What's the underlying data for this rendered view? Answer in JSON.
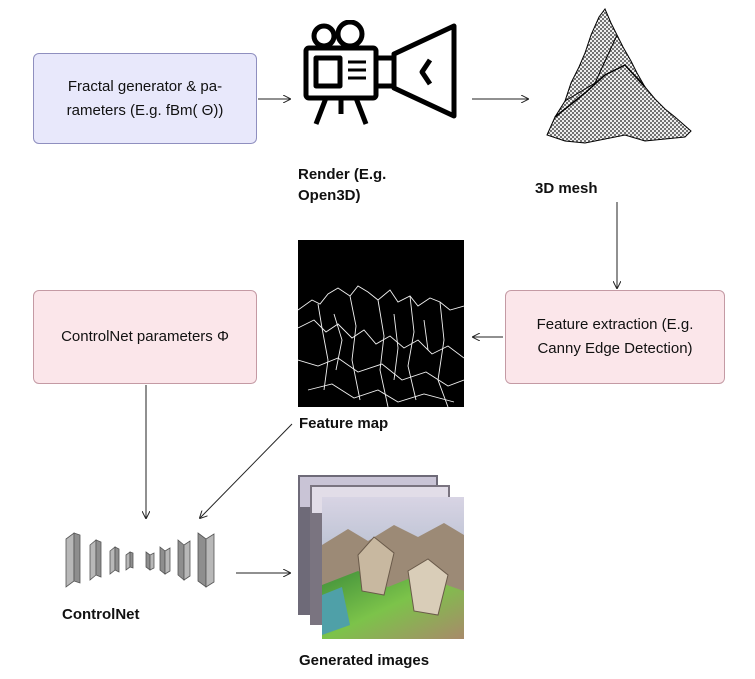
{
  "nodes": {
    "fractal_generator": "Fractal generator & pa- rameters (E.g. fBm( Θ))",
    "render_label": "Render (E.g. Open3D)",
    "mesh_label": "3D mesh",
    "feature_extraction": "Feature extraction (E.g. Canny Edge Detection)",
    "feature_map_label": "Feature map",
    "controlnet_params": "ControlNet parameters Φ",
    "controlnet_label": "ControlNet",
    "generated_label": "Generated images"
  },
  "colors": {
    "blue_box": "#e8e8fb",
    "pink_box": "#fbe6ea",
    "arrow": "#222222"
  },
  "icons": {
    "render": "movie-camera-icon",
    "mesh": "mountain-wireframe-icon",
    "feature_map": "edge-map-image",
    "controlnet": "network-layers-icon",
    "generated": "stacked-landscape-images"
  }
}
